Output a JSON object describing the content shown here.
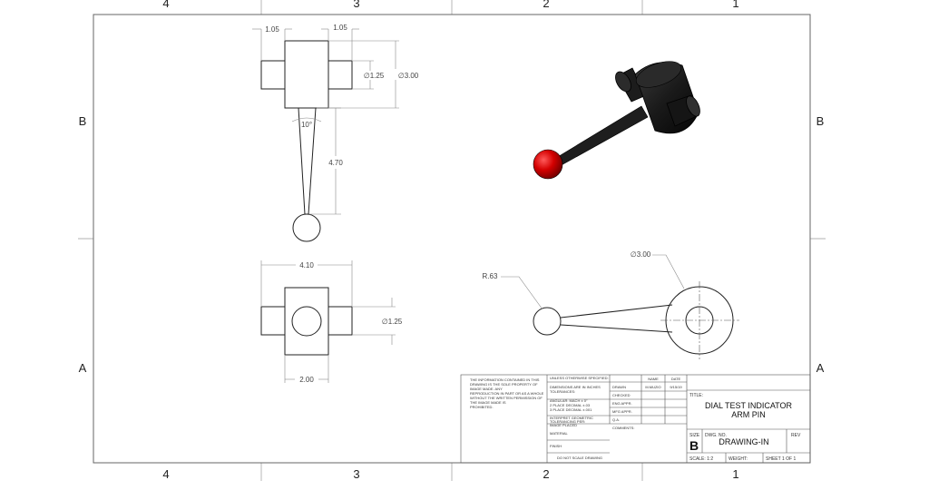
{
  "zones": {
    "columns": [
      "4",
      "3",
      "2",
      "1"
    ],
    "rows": [
      "B",
      "A"
    ]
  },
  "dimensions": {
    "left_offset": "1.05",
    "right_offset": "1.05",
    "hub_diameter": "∅1.25",
    "body_diameter": "∅3.00",
    "taper_angle": "10°",
    "arm_length": "4.70",
    "overall_width": "4.10",
    "bottom_hub_diameter": "∅1.25",
    "bottom_width": "2.00",
    "ball_radius": "R.63",
    "side_diameter": "∅3.00"
  },
  "notice": [
    "THE INFORMATION CONTAINED IN THIS",
    "DRAWING IS THE SOLE PROPERTY OF",
    "IMAGE MADE. ANY",
    "REPRODUCTION IN PART OR AS A WHOLE",
    "WITHOUT THE WRITTEN PERMISSION OF",
    "THE IMAGE MADE IS",
    "PROHIBITED."
  ],
  "spec": {
    "unless": "UNLESS OTHERWISE SPECIFIED:",
    "dims": [
      "DIMENSIONS ARE IN INCHES",
      "TOLERANCES:"
    ],
    "tol": [
      "ANGULAR: MACH ±  0°",
      "2 PLACE DECIMAL   ±.03",
      "3 PLACE DECIMAL  ±.001"
    ],
    "interpret": [
      "INTERPRET GEOMETRIC",
      "TOLERANCING PER:",
      "IMAGE PLACED"
    ],
    "material": "MATERIAL",
    "finish": "FINISH",
    "no_scale": "DO NOT SCALE DRAWING"
  },
  "approvals": {
    "headers": [
      "NAME",
      "DATE"
    ],
    "rows": [
      {
        "label": "DRAWN",
        "name": "M.MUZIO",
        "date": "9/15/19"
      },
      {
        "label": "CHECKED",
        "name": "",
        "date": ""
      },
      {
        "label": "ENG APPR.",
        "name": "",
        "date": ""
      },
      {
        "label": "MFG APPR.",
        "name": "",
        "date": ""
      },
      {
        "label": "Q.A.",
        "name": "",
        "date": ""
      }
    ],
    "comments": "COMMENTS:"
  },
  "title_block": {
    "title_label": "TITLE:",
    "title_line1": "DIAL TEST INDICATOR",
    "title_line2": "ARM PIN",
    "size_label": "SIZE",
    "size_value": "B",
    "dwg_no_label": "DWG.  NO.",
    "dwg_no_value": "DRAWING-IN",
    "rev_label": "REV",
    "scale": "SCALE: 1:2",
    "weight": "WEIGHT:",
    "sheet": "SHEET 1 OF 1"
  },
  "colors": {
    "line": "#222222",
    "ball_red": "#d40000",
    "body_dark": "#1a1a1a"
  }
}
